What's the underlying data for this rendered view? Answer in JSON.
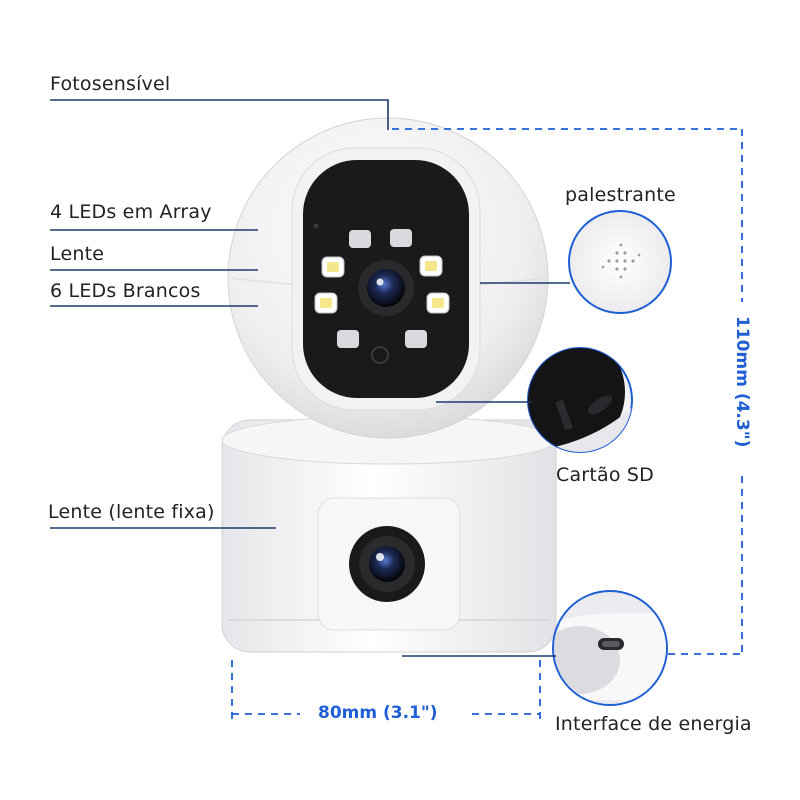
{
  "callouts": {
    "photosensitive": "Fotosensível",
    "leds_array": "4 LEDs em Array",
    "lens_top": "Lente",
    "white_leds": "6 LEDs Brancos",
    "lens_fixed": "Lente (lente fixa)",
    "speaker": "palestrante",
    "sd_card": "Cartão SD",
    "power": "Interface de energia"
  },
  "dimensions": {
    "height": "110mm (4.3\")",
    "width": "80mm (3.1\")"
  },
  "colors": {
    "accent_blue": "#1f5fd6",
    "dark_line": "#1d3a6e",
    "camera_white": "#f3f3f5",
    "face_black": "#1a1a1c"
  }
}
